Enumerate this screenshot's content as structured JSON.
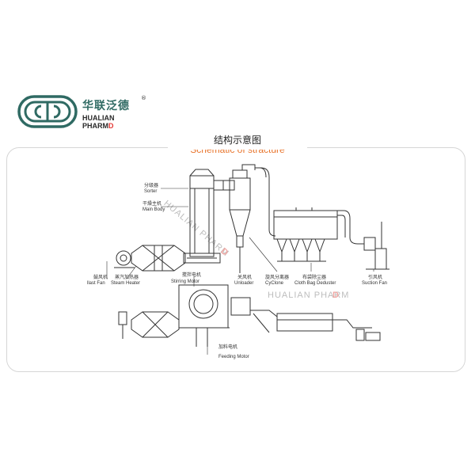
{
  "brand": {
    "name_cn": "华联泛德",
    "registered": "®",
    "name_en_main": "HUALIAN PHARM",
    "name_en_accent": "D"
  },
  "title": {
    "cn": "结构示意图",
    "en": "Schematic of stracture"
  },
  "colors": {
    "logo_teal": "#2f6a63",
    "title_en": "#e8742b",
    "accent_red": "#e53935",
    "line": "#333333"
  },
  "components": [
    {
      "id": "sorter",
      "cn": "分级器",
      "en": "Sorter"
    },
    {
      "id": "main_body",
      "cn": "干燥主机",
      "en": "Main Body"
    },
    {
      "id": "blast_fan",
      "cn": "鼓风机",
      "en": "llast Fan"
    },
    {
      "id": "steam_heater",
      "cn": "蒸汽加热器",
      "en": "Steam Heater"
    },
    {
      "id": "stirring_motor",
      "cn": "搅拌电机",
      "en": "Stirring Motor"
    },
    {
      "id": "unloader",
      "cn": "关风机",
      "en": "Unloader"
    },
    {
      "id": "cyclone",
      "cn": "旋风分离器",
      "en": "CyClone"
    },
    {
      "id": "cloth_bag_deduster",
      "cn": "布袋除尘器",
      "en": "Cloth Bag Deduster"
    },
    {
      "id": "suction_fan",
      "cn": "引风机",
      "en": "Suction Fan"
    },
    {
      "id": "feeding_motor",
      "cn": "加料电机",
      "en": "Feeding Motor"
    }
  ],
  "watermarks": [
    {
      "main": "HUALIAN PHARM",
      "accent": "D"
    },
    {
      "main": "HUALIAN PHARM",
      "accent": "D"
    }
  ]
}
